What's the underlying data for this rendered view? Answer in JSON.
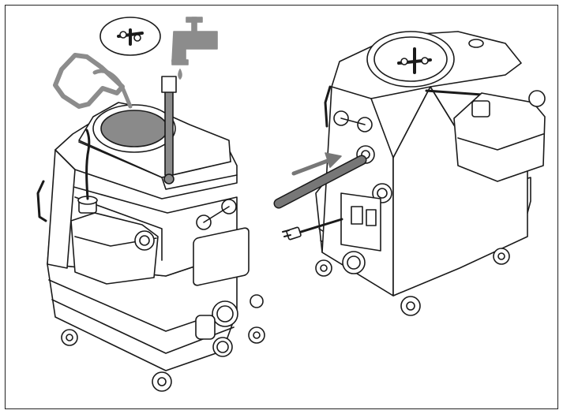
{
  "figure": {
    "colors": {
      "stroke": "#1a1a1a",
      "fill": "#ffffff",
      "tank_gray": "#8a8a8a",
      "icon_gray": "#8c8c8c",
      "arrow_gray": "#777777"
    },
    "views": [
      {
        "id": "left",
        "description_icon": "extractor-machine-front-view"
      },
      {
        "id": "right",
        "description_icon": "extractor-machine-rear-view"
      }
    ],
    "icons": [
      "tank-lid-icon",
      "water-faucet-icon",
      "pitcher-icon",
      "fill-hose-icon",
      "arrow-icon",
      "power-cord-icon"
    ]
  }
}
